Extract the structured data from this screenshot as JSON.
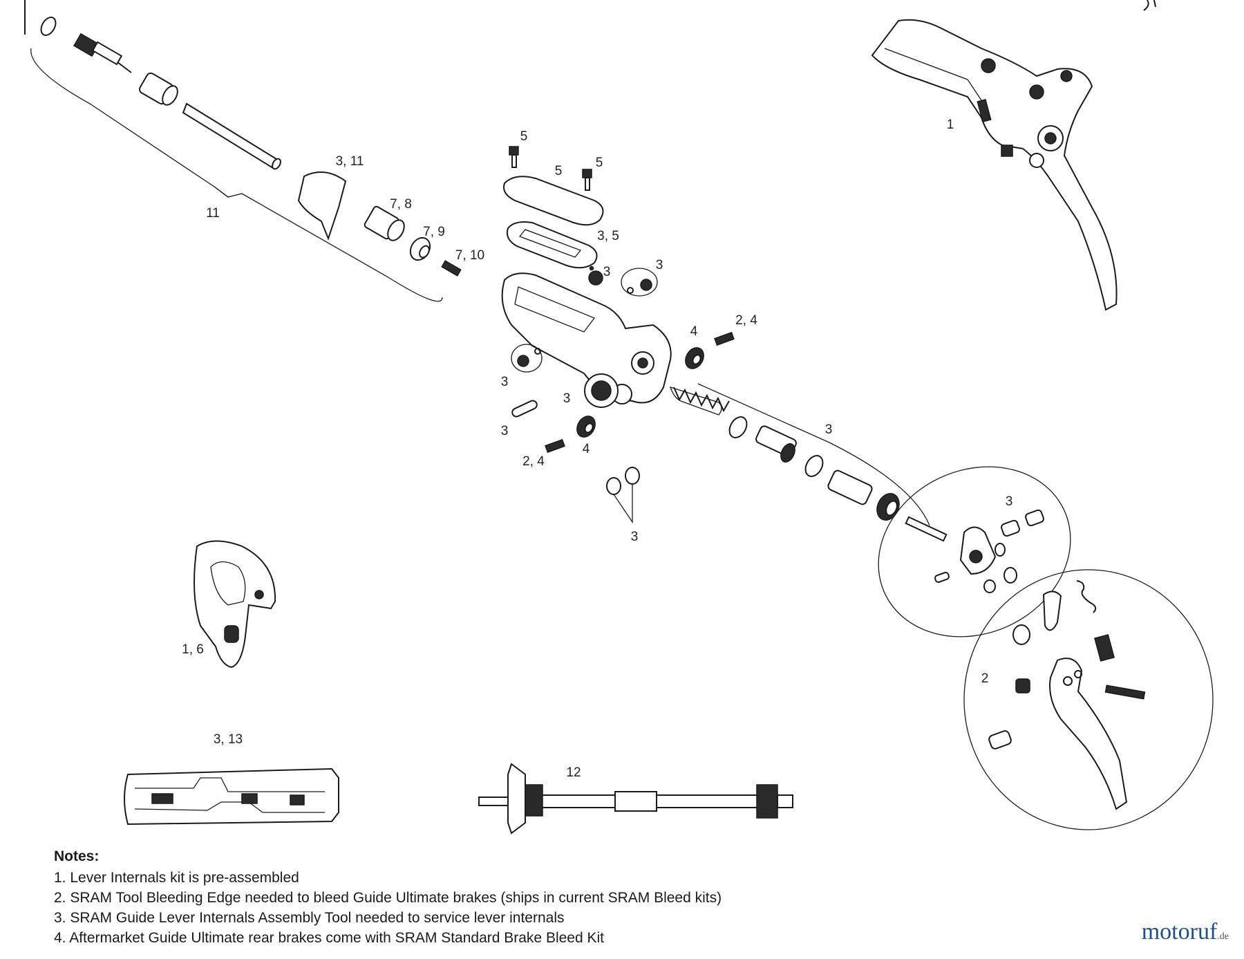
{
  "callouts": [
    {
      "id": "c1",
      "text": "1"
    },
    {
      "id": "c2",
      "text": "5"
    },
    {
      "id": "c3",
      "text": "5"
    },
    {
      "id": "c4",
      "text": "5"
    },
    {
      "id": "c5",
      "text": "3, 11"
    },
    {
      "id": "c6",
      "text": "11"
    },
    {
      "id": "c7",
      "text": "7, 8"
    },
    {
      "id": "c8",
      "text": "7, 9"
    },
    {
      "id": "c9",
      "text": "7, 10"
    },
    {
      "id": "c10",
      "text": "3, 5"
    },
    {
      "id": "c11",
      "text": "3"
    },
    {
      "id": "c12",
      "text": "3"
    },
    {
      "id": "c13",
      "text": "4"
    },
    {
      "id": "c14",
      "text": "2, 4"
    },
    {
      "id": "c15",
      "text": "3"
    },
    {
      "id": "c16",
      "text": "3"
    },
    {
      "id": "c17",
      "text": "3"
    },
    {
      "id": "c18",
      "text": "4"
    },
    {
      "id": "c19",
      "text": "2, 4"
    },
    {
      "id": "c20",
      "text": "3"
    },
    {
      "id": "c21",
      "text": "3"
    },
    {
      "id": "c22",
      "text": "3"
    },
    {
      "id": "c23",
      "text": "1, 6"
    },
    {
      "id": "c24",
      "text": "2"
    },
    {
      "id": "c25",
      "text": "3, 13"
    },
    {
      "id": "c26",
      "text": "12"
    }
  ],
  "notes": {
    "heading": "Notes:",
    "lines": [
      "1. Lever Internals kit is pre-assembled",
      "2. SRAM Tool Bleeding Edge needed to bleed Guide Ultimate brakes (ships in current SRAM Bleed kits)",
      "3. SRAM Guide Lever Internals Assembly Tool needed to service lever internals",
      "4. Aftermarket Guide Ultimate rear brakes come with SRAM Standard Brake Bleed Kit"
    ]
  },
  "watermark": {
    "brand": "motoruf",
    "tld": ".de",
    "brand_color": "#1f4f8a"
  }
}
